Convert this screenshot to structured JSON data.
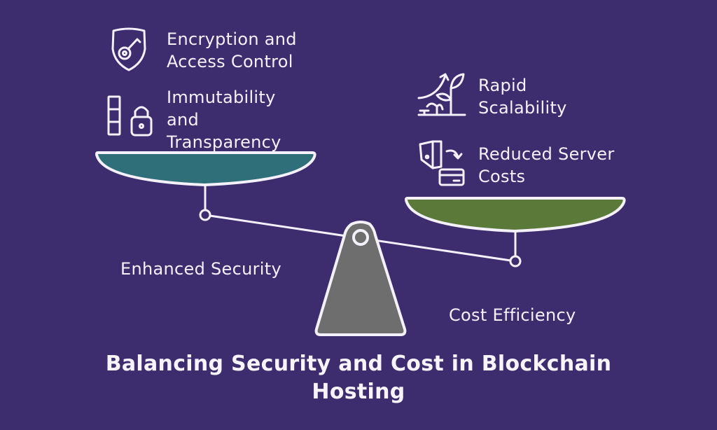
{
  "title": "Balancing Security and Cost in Blockchain Hosting",
  "left_side": {
    "label": "Enhanced Security",
    "pan_color": "#2f6f7a",
    "items": [
      {
        "icon": "shield-key-icon",
        "lines": [
          "Encryption and",
          "Access Control"
        ]
      },
      {
        "icon": "ledger-lock-icon",
        "lines": [
          "Immutability",
          "and",
          "Transparency"
        ]
      }
    ]
  },
  "right_side": {
    "label": "Cost Efficiency",
    "pan_color": "#5b7a3a",
    "items": [
      {
        "icon": "growth-plant-icon",
        "lines": [
          "Rapid",
          "Scalability"
        ]
      },
      {
        "icon": "wallet-card-icon",
        "lines": [
          "Reduced Server",
          "Costs"
        ]
      }
    ]
  },
  "colors": {
    "background": "#3d2c6e",
    "stroke": "#f4f1fb",
    "fulcrum": "#6e6e6e"
  }
}
